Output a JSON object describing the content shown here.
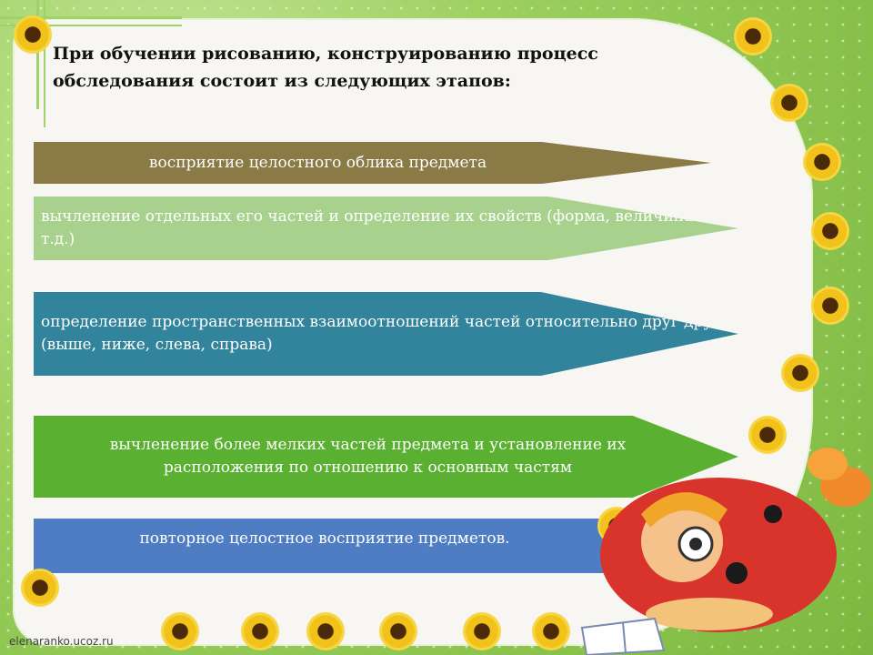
{
  "title": "При обучении рисованию, конструированию процесс обследования состоит из следующих этапов:",
  "steps": [
    "восприятие целостного облика предмета",
    " вычленение отдельных его частей и определение их свойств (форма, величина и т.д.)",
    "определение пространственных взаимоотношений частей относительно друг друга (выше, ниже, слева, справа)",
    "вычленение более мелких частей предмета и установление их расположения по отношению к основным частям",
    "повторное целостное восприятие предметов."
  ],
  "colors": {
    "step1": "#8a7a45",
    "step2": "#a9d18e",
    "step3": "#31849b",
    "step4": "#5ab030",
    "step5": "#4f7dc4",
    "border": "#2f3d8f"
  },
  "footer": "elenaranko.ucoz.ru"
}
